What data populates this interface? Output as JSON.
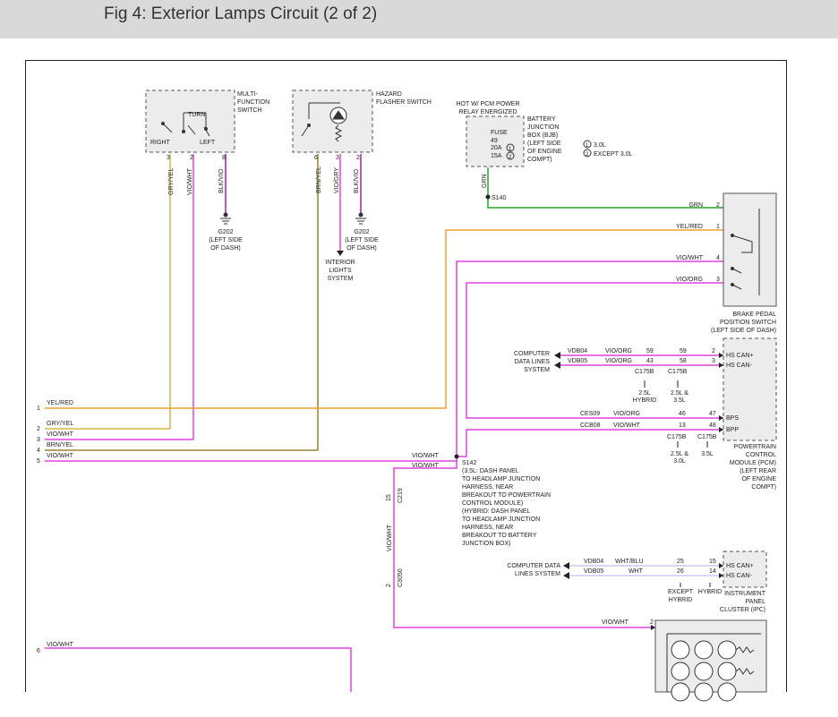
{
  "title": "Fig 4: Exterior Lamps Circuit (2 of 2)",
  "colors": {
    "wire_yellow": "#d4b646",
    "wire_violet": "#e040e0",
    "wire_orange": "#f0a030",
    "wire_green": "#2ca02c",
    "wire_brown": "#9a8230",
    "ground_violet": "#a020a0"
  },
  "components": {
    "multifunction_switch": [
      "MULTI-",
      "FUNCTION",
      "SWITCH"
    ],
    "mf_turn": "TURN",
    "mf_right": "RIGHT",
    "mf_left": "LEFT",
    "hazard_switch": [
      "HAZARD",
      "FLASHER SWITCH"
    ],
    "hot_pcm": [
      "HOT W/ PCM POWER",
      "RELAY ENERGIZED"
    ],
    "fuse_lines": [
      "FUSE",
      "49",
      "20A",
      "15A"
    ],
    "option_1": "1",
    "option_2": "2",
    "bjb": [
      "BATTERY",
      "JUNCTION",
      "BOX (BJB)",
      "(LEFT SIDE",
      "OF ENGINE",
      "COMPT)"
    ],
    "legend": [
      "3.0L",
      "EXCEPT 3.0L"
    ],
    "s140": "S140",
    "grn_vertical": "GRN",
    "ground_g202": [
      "G202",
      "(LEFT SIDE",
      "OF DASH)"
    ],
    "interior_lights": [
      "INTERIOR",
      "LIGHTS",
      "SYSTEM"
    ],
    "brake_switch": [
      "BRAKE PEDAL",
      "POSITION SWITCH",
      "(LEFT SIDE OF DASH)"
    ],
    "pcm": [
      "POWERTRAIN",
      "CONTROL",
      "MODULE (PCM)",
      "(LEFT REAR",
      "OF ENGINE",
      "COMPT)"
    ],
    "pcm_pins": [
      "HS CAN+",
      "HS CAN-",
      "BPS",
      "BPP"
    ],
    "computer_data_1": [
      "COMPUTER",
      "DATA LINES",
      "SYSTEM"
    ],
    "computer_data_2": [
      "COMPUTER DATA",
      "LINES SYSTEM"
    ],
    "ipc": [
      "INSTRUMENT",
      "PANEL",
      "CLUSTER (IPC)"
    ],
    "ipc_pins": [
      "HS CAN+",
      "HS CAN-"
    ],
    "s142": [
      "S142",
      "(3.5L: DASH PANEL",
      "TO HEADLAMP JUNCTION",
      "HARNESS, NEAR",
      "BREAKOUT TO POWERTRAIN",
      "CONTROL MODULE)",
      "(HYBRID: DASH PANEL",
      "TO HEADLAMP JUNCTION",
      "HARNESS, NEAR",
      "BREAKOUT TO BATTERY",
      "JUNCTION BOX)"
    ],
    "c175b": "C175B",
    "c2219": "C219",
    "c3050": "C3050",
    "notes": {
      "hybrid_25": [
        "2.5L",
        "HYBRID"
      ],
      "l25_35": [
        "2.5L &",
        "3.5L"
      ],
      "l25_30": [
        "2.5L &",
        "3.0L"
      ],
      "l35": "3.5L",
      "except_hybrid": [
        "EXCEPT",
        "HYBRID"
      ],
      "hybrid": "HYBRID"
    }
  },
  "wires": {
    "mf_vertical": [
      "GRY/YEL",
      "VIO/WHT",
      "BLK/VIO"
    ],
    "mf_pins": [
      "3",
      "2",
      "8"
    ],
    "hz_vertical": [
      "BRN/YEL",
      "VIO/GRY",
      "BLK/VIO"
    ],
    "hz_pins": [
      "6",
      "3",
      "2"
    ],
    "brake": [
      {
        "label": "GRN",
        "pin": "2"
      },
      {
        "label": "YEL/RED",
        "pin": "1"
      },
      {
        "label": "VIO/WHT",
        "pin": "4"
      },
      {
        "label": "VIO/ORG",
        "pin": "3"
      }
    ],
    "pcm_data": [
      {
        "circuit": "VDB04",
        "color": "VIO/ORG",
        "pin_a": "59",
        "pin_b": "59",
        "pin": "2"
      },
      {
        "circuit": "VDB05",
        "color": "VIO/ORG",
        "pin_a": "43",
        "pin_b": "58",
        "pin": "3"
      }
    ],
    "pcm_sense": [
      {
        "circuit": "CES09",
        "color": "VIO/ORG",
        "pin_a": "46",
        "pin": "47"
      },
      {
        "circuit": "CCB08",
        "color": "VIO/WHT",
        "pin_a": "13",
        "pin": "48"
      }
    ],
    "left_inputs": [
      {
        "num": "1",
        "label": "YEL/RED"
      },
      {
        "num": "2",
        "label": "GRY/YEL"
      },
      {
        "num": "3",
        "label": "VIO/WHT"
      },
      {
        "num": "4",
        "label": "BRN/YEL"
      },
      {
        "num": "5",
        "label": "VIO/WHT"
      },
      {
        "num": "6",
        "label": "VIO/WHT"
      }
    ],
    "s142_branch": "VIO/WHT",
    "s142_vertical": "VIO/WHT",
    "c219_pin": "15",
    "c3050_pin": "2",
    "ipc_data": [
      {
        "circuit": "VDB04",
        "color": "WHT/BLU",
        "pin_a": "25",
        "pin": "15"
      },
      {
        "circuit": "VDB05",
        "color": "WHT",
        "pin_a": "26",
        "pin": "14"
      }
    ],
    "bottom_wire": {
      "label": "VIO/WHT",
      "pin": "2"
    }
  }
}
